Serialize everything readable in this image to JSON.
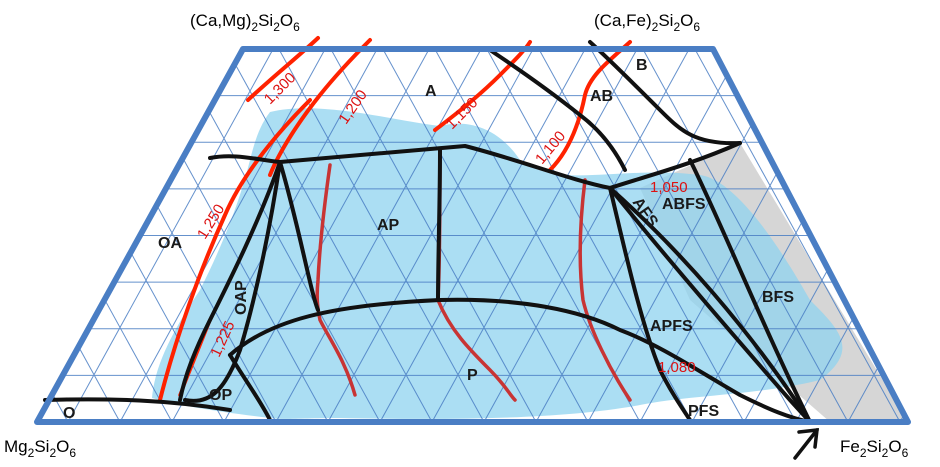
{
  "corners": {
    "top_left": {
      "base": "(Ca,Mg)",
      "s1": "2",
      "mid": "Si",
      "s2": "2",
      "end": "O",
      "s3": "6"
    },
    "top_right": {
      "base": "(Ca,Fe)",
      "s1": "2",
      "mid": "Si",
      "s2": "2",
      "end": "O",
      "s3": "6"
    },
    "bottom_left": {
      "base": "Mg",
      "s1": "2",
      "mid": "Si",
      "s2": "2",
      "end": "O",
      "s3": "6"
    },
    "bottom_right": {
      "base": "Fe",
      "s1": "2",
      "mid": "Si",
      "s2": "2",
      "end": "O",
      "s3": "6"
    }
  },
  "fields": {
    "A": "A",
    "B": "B",
    "AB": "AB",
    "AP": "AP",
    "OA": "OA",
    "OAP": "OAP",
    "ABFS": "ABFS",
    "AFS": "AFS",
    "BFS": "BFS",
    "APFS": "APFS",
    "P": "P",
    "OP": "OP",
    "O": "O",
    "PFS": "PFS"
  },
  "isotherms": {
    "t1300": "1,300",
    "t1200": "1,200",
    "t1150": "1,150",
    "t1100": "1,100",
    "t1250": "1,250",
    "t1225": "1,225",
    "t1050": "1,050",
    "t1080": "1,080"
  },
  "colors": {
    "frame": "#4a7ec4",
    "grid": "#4a7ec4",
    "shade": "#8fd3ef",
    "gray": "#d6d6d6",
    "boundary": "#111111",
    "isotherm_outer": "#ff2200",
    "isotherm_inner": "#c83434",
    "isotherm_label": "#dd1111"
  }
}
